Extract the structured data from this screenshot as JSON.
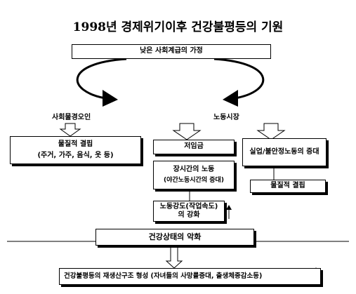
{
  "title": "1998년 경제위기이후 건강불평등의 기원",
  "top_box": "낮은 사회계급의 가정",
  "left_label": "사회물경오인",
  "right_label": "노동시장",
  "box_material": {
    "line1": "물질적 결핍",
    "line2": "(주거, 가주, 음식, 옷 등)"
  },
  "box_lowwage": "저임금",
  "box_unemployment": "실업/불안정노동의 증대",
  "box_longhours": {
    "line1": "장시간의 노동",
    "line2": "(야간노동시간의 증대)"
  },
  "box_material2": "물질적 결핍",
  "box_intensity": {
    "line1": "노동강도(작업속도)",
    "line2": "의 강화"
  },
  "box_health": "건강상태의 악화",
  "box_bottom": "건강불평등의 재생산구조 형성 (자녀들의 사망률증대, 출생체중감소등)"
}
